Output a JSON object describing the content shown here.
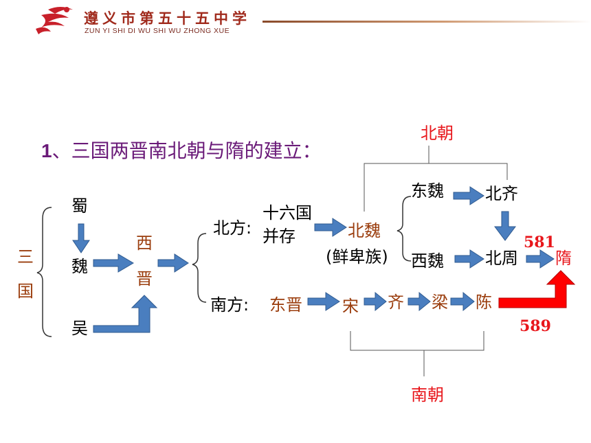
{
  "header": {
    "school_name_cn": "遵义市第五十五中学",
    "school_name_en": "ZUN YI SHI DI WU SHI WU ZHONG XUE",
    "logo_icon": "stylized-runner-logo-icon",
    "accent_color": "#a02a1c"
  },
  "title": {
    "number": "1",
    "text": "、三国两晋南北朝与隋的建立："
  },
  "colors": {
    "arrow": "#4a7ebf",
    "red_arrow": "#ff0000",
    "brown_text": "#9a3c0c",
    "red_text": "#e8161b",
    "title": "#6a1a78"
  },
  "diagram": {
    "three_kingdoms": {
      "label_chars": [
        "三",
        "国"
      ],
      "shu": "蜀",
      "wei": "魏",
      "wu": "吴"
    },
    "western_jin": [
      "西",
      "晋"
    ],
    "north": {
      "label": "北方:",
      "sixteen_line1": "十六国",
      "sixteen_line2": "并存",
      "northern_wei": "北魏",
      "xianbei": "(鲜卑族)",
      "eastern_wei": "东魏",
      "western_wei": "西魏",
      "northern_qi": "北齐",
      "northern_zhou": "北周",
      "group_label": "北朝"
    },
    "south": {
      "label": "南方:",
      "eastern_jin": "东晋",
      "song": "宋",
      "qi": "齐",
      "liang": "梁",
      "chen": "陈",
      "group_label": "南朝"
    },
    "sui": "隋",
    "year_581": "581",
    "year_589": "589"
  }
}
